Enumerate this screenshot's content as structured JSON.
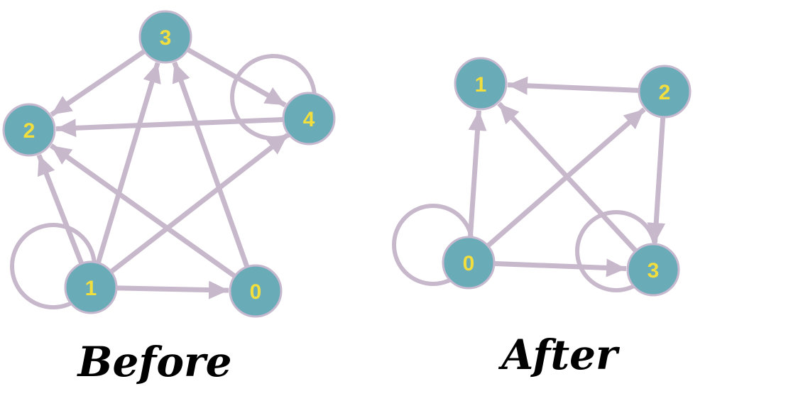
{
  "colors": {
    "node_fill": "#6aabb8",
    "node_stroke": "#c6b8ce",
    "edge": "#c8b8cc",
    "label": "#f2de3c",
    "caption": "#000000"
  },
  "graphs": [
    {
      "id": "before",
      "caption": "Before",
      "nodes": [
        {
          "id": "3",
          "label": "3"
        },
        {
          "id": "2",
          "label": "2"
        },
        {
          "id": "4",
          "label": "4"
        },
        {
          "id": "1",
          "label": "1"
        },
        {
          "id": "0",
          "label": "0"
        }
      ],
      "edges": [
        {
          "from": "3",
          "to": "2"
        },
        {
          "from": "3",
          "to": "4"
        },
        {
          "from": "4",
          "to": "2"
        },
        {
          "from": "1",
          "to": "3"
        },
        {
          "from": "0",
          "to": "3"
        },
        {
          "from": "1",
          "to": "2"
        },
        {
          "from": "0",
          "to": "2"
        },
        {
          "from": "1",
          "to": "4"
        },
        {
          "from": "1",
          "to": "0"
        },
        {
          "from": "1",
          "to": "1"
        },
        {
          "from": "4",
          "to": "4"
        }
      ]
    },
    {
      "id": "after",
      "caption": "After",
      "nodes": [
        {
          "id": "1",
          "label": "1"
        },
        {
          "id": "2",
          "label": "2"
        },
        {
          "id": "0",
          "label": "0"
        },
        {
          "id": "3",
          "label": "3"
        }
      ],
      "edges": [
        {
          "from": "2",
          "to": "1"
        },
        {
          "from": "0",
          "to": "1"
        },
        {
          "from": "3",
          "to": "1"
        },
        {
          "from": "0",
          "to": "2"
        },
        {
          "from": "2",
          "to": "3"
        },
        {
          "from": "0",
          "to": "3"
        },
        {
          "from": "0",
          "to": "0"
        },
        {
          "from": "3",
          "to": "3"
        }
      ]
    }
  ]
}
